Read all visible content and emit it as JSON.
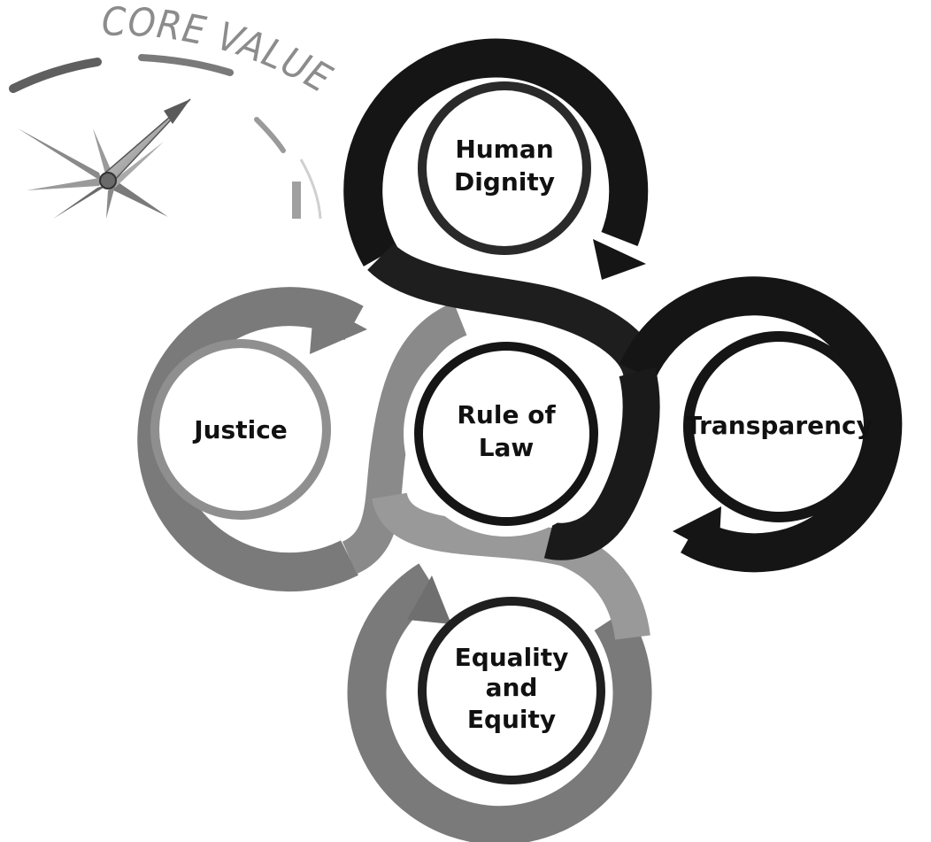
{
  "title": "CORE VALUES",
  "nodes": {
    "center": {
      "label_lines": [
        "Rule of",
        "Law"
      ]
    },
    "top": {
      "label_lines": [
        "Human",
        "Dignity"
      ]
    },
    "right": {
      "label_lines": [
        "Transparency"
      ]
    },
    "left": {
      "label_lines": [
        "Justice"
      ]
    },
    "bottom": {
      "label_lines": [
        "Equality",
        "and",
        "Equity"
      ]
    }
  },
  "colors": {
    "dark_ring": "#151515",
    "gray_ring": "#7a7a7a",
    "light_gray": "#b3b3b3",
    "title_gray": "#8c8c8c"
  },
  "icons": [
    "compass-icon"
  ]
}
